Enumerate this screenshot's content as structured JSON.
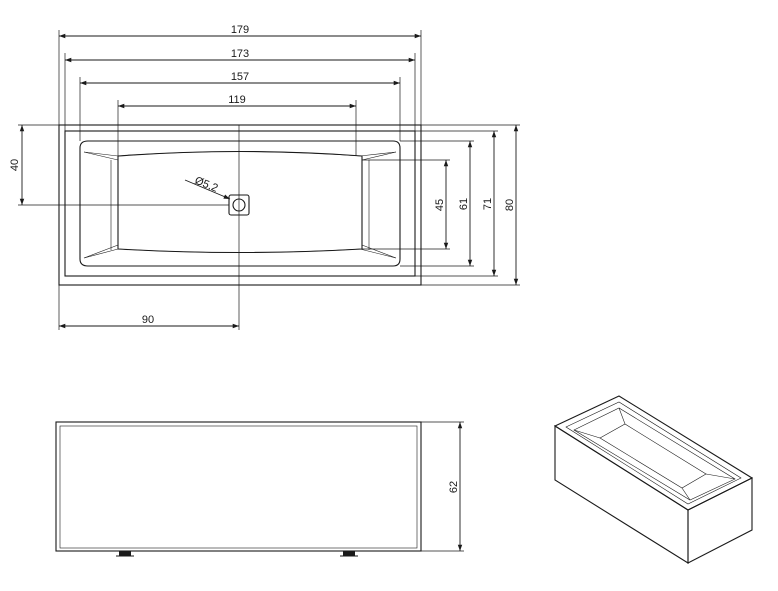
{
  "plan_view": {
    "dim_total_length": "179",
    "dim_outer_rim_length": "173",
    "dim_basin_top_length": "157",
    "dim_basin_bottom_length": "119",
    "dim_drain_offset_x": "90",
    "dim_drain_offset_y": "40",
    "dim_drain_diameter": "Ø5,2",
    "dim_basin_bottom_width": "45",
    "dim_basin_top_width": "61",
    "dim_outer_rim_width": "71",
    "dim_total_width": "80"
  },
  "front_view": {
    "dim_height": "62"
  },
  "colors": {
    "line": "#1a1a1a",
    "basin_fill": "#ffffff",
    "shade": "#e6e6e6"
  }
}
